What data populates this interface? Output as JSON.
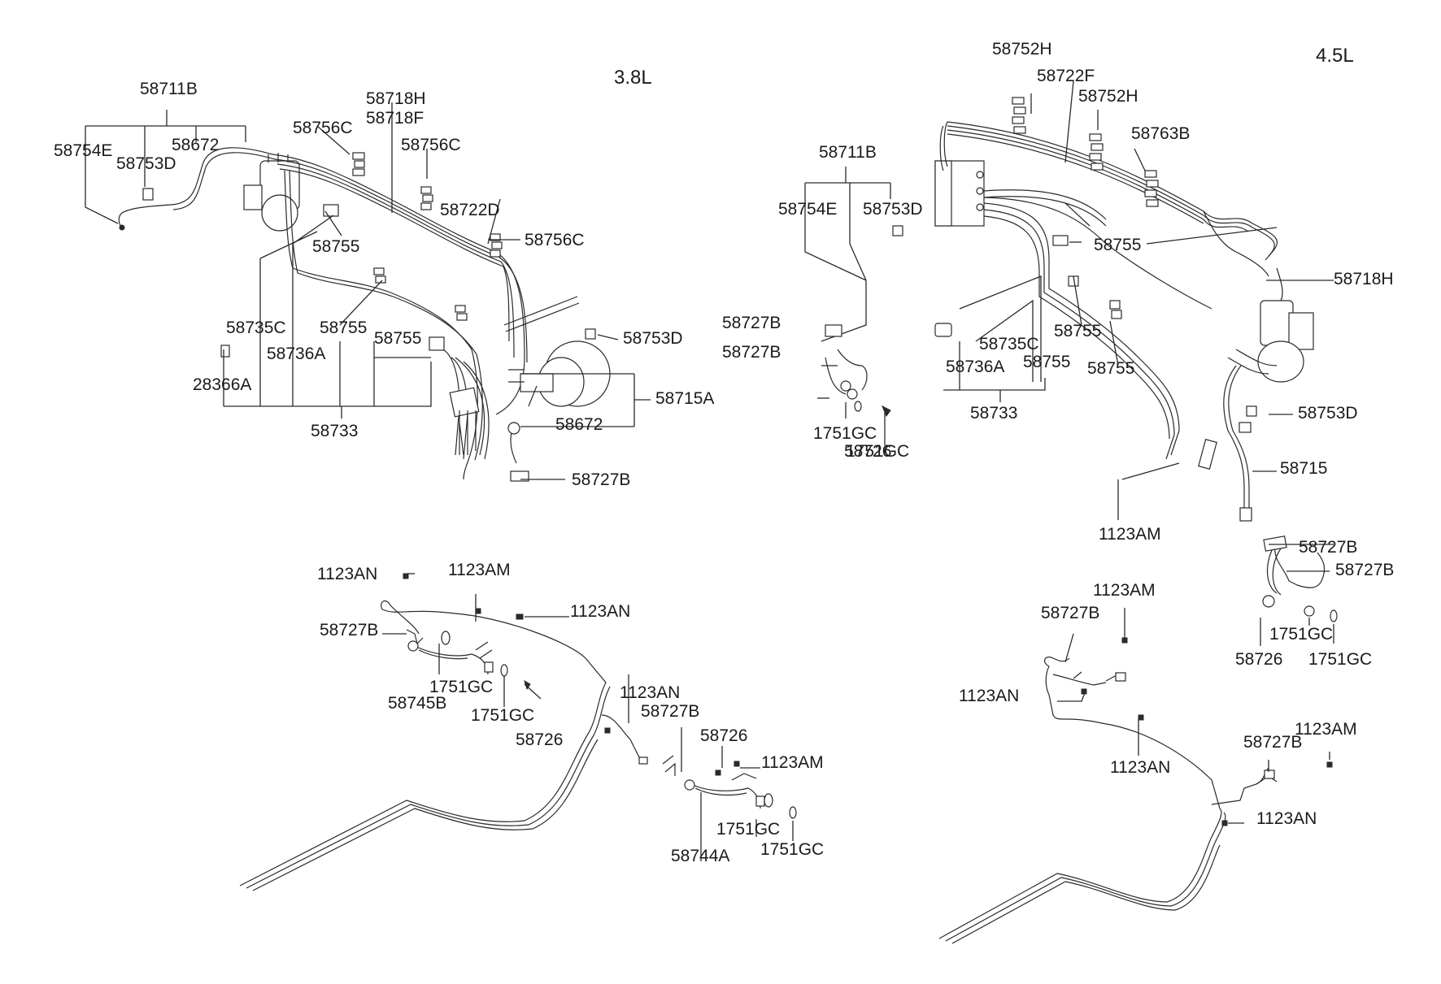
{
  "variants": {
    "left_engine": "3.8L",
    "right_engine": "4.5L"
  },
  "labels": [
    "58711B",
    "58754E",
    "58753D",
    "58672",
    "58756C",
    "58718H",
    "58718F",
    "58756C",
    "58722D",
    "58756C",
    "58755",
    "58735C",
    "58755",
    "58736A",
    "58755",
    "28366A",
    "58733",
    "58753D",
    "58715A",
    "58672",
    "58727B",
    "58752H",
    "58722F",
    "58752H",
    "58763B",
    "58711B",
    "58754E",
    "58753D",
    "58755",
    "58718H",
    "58727B",
    "58727B",
    "1751GC",
    "58726",
    "1751GC",
    "58735C",
    "58736A",
    "58755",
    "58755",
    "58733",
    "58755",
    "58753D",
    "58715",
    "1123AM",
    "58727B",
    "58727B",
    "1751GC",
    "58726",
    "1751GC",
    "1123AN",
    "1123AM",
    "1123AN",
    "58727B",
    "58745B",
    "1751GC",
    "1751GC",
    "58726",
    "1123AN",
    "58727B",
    "58726",
    "1123AM",
    "1751GC",
    "58744A",
    "1751GC",
    "1123AM",
    "58727B",
    "1123AN",
    "1123AN",
    "1123AM",
    "58727B",
    "1123AN"
  ]
}
